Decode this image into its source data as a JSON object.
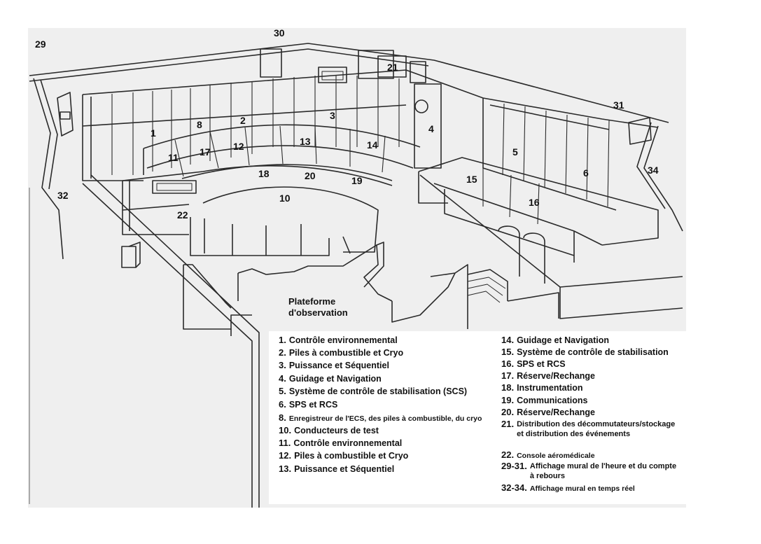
{
  "callouts": [
    "1",
    "2",
    "3",
    "4",
    "5",
    "6",
    "8",
    "10",
    "11",
    "12",
    "13",
    "14",
    "15",
    "16",
    "17",
    "18",
    "19",
    "20",
    "21",
    "22",
    "29",
    "30",
    "31",
    "32",
    "34"
  ],
  "platform_label_line1": "Plateforme",
  "platform_label_line2": "d'observation",
  "legend_left": [
    {
      "num": "1.",
      "text": "Contrôle environnemental"
    },
    {
      "num": "2.",
      "text": "Piles à combustible et Cryo"
    },
    {
      "num": "3.",
      "text": "Puissance et Séquentiel"
    },
    {
      "num": "4.",
      "text": "Guidage et Navigation"
    },
    {
      "num": "5.",
      "text": "Système de contrôle de stabilisation (SCS)"
    },
    {
      "num": "6.",
      "text": "SPS et RCS"
    },
    {
      "num": "8.",
      "text": "Enregistreur de l'ECS, des piles à combustible, du cryo"
    },
    {
      "num": "10.",
      "text": "Conducteurs de test"
    },
    {
      "num": "11.",
      "text": "Contrôle environnemental"
    },
    {
      "num": "12.",
      "text": "Piles à combustible et Cryo"
    },
    {
      "num": "13.",
      "text": "Puissance et Séquentiel"
    }
  ],
  "legend_right": [
    {
      "num": "14.",
      "text": "Guidage et Navigation"
    },
    {
      "num": "15.",
      "text": "Système de contrôle de stabilisation"
    },
    {
      "num": "16.",
      "text": "SPS et RCS"
    },
    {
      "num": "17.",
      "text": "Réserve/Rechange"
    },
    {
      "num": "18.",
      "text": "Instrumentation"
    },
    {
      "num": "19.",
      "text": "Communications"
    },
    {
      "num": "20.",
      "text": "Réserve/Rechange"
    },
    {
      "num": "21.",
      "text": "Distribution des décommutateurs/stockage et distribution des événements"
    },
    {
      "num": "22.",
      "text": "Console aéromédicale"
    },
    {
      "num": "29-31.",
      "text": "Affichage mural de l'heure et du compte à rebours"
    },
    {
      "num": "32-34.",
      "text": "Affichage mural en temps réel"
    }
  ]
}
